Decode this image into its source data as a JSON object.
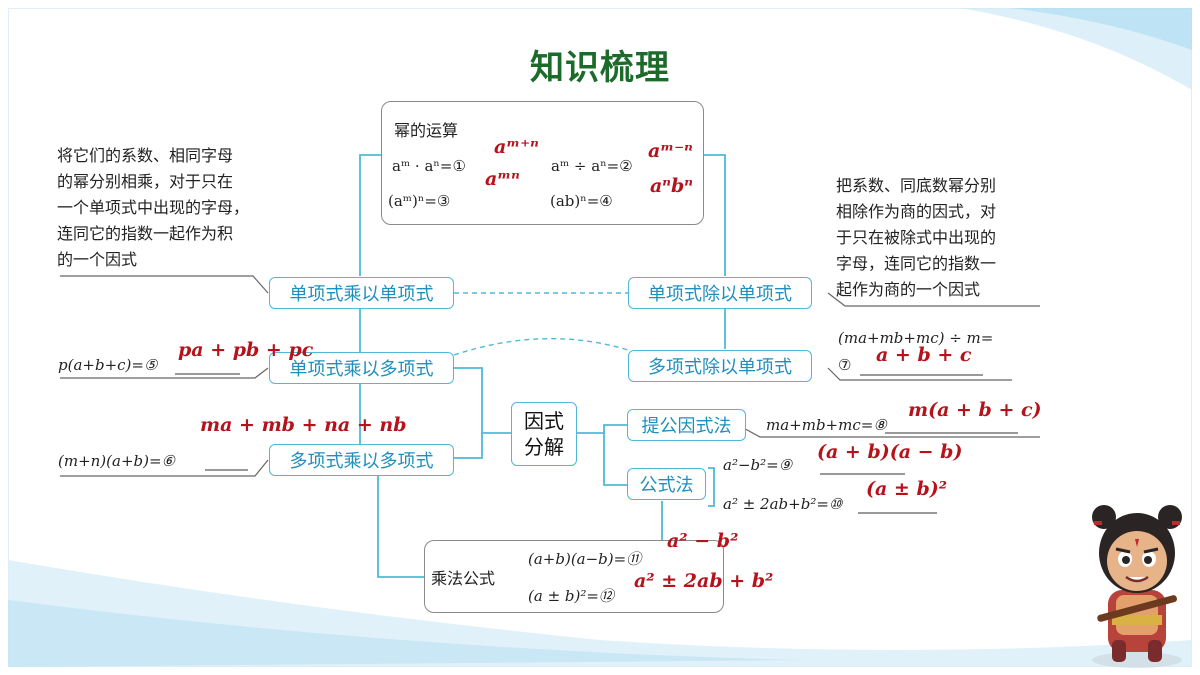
{
  "title": "知识梳理",
  "power_box": {
    "title": "幂的运算",
    "f1": "aᵐ · aⁿ=①",
    "f2": "aᵐ ÷ aⁿ=②",
    "f3": "(aᵐ)ⁿ=③",
    "f4": "(ab)ⁿ=④",
    "a1": "aᵐ⁺ⁿ",
    "a2": "aᵐ⁻ⁿ",
    "a3": "aᵐⁿ",
    "a4": "aⁿbⁿ"
  },
  "left_desc": "将它们的系数、相同字母\n的幂分别相乘，对于只在\n一个单项式中出现的字母，\n连同它的指数一起作为积\n的一个因式",
  "right_desc": "把系数、同底数幂分别\n相除作为商的因式，对\n于只在被除式中出现的\n字母，连同它的指数一\n起作为商的一个因式",
  "nodes": {
    "mono_mul_mono": "单项式乘以单项式",
    "mono_div_mono": "单项式除以单项式",
    "mono_mul_poly": "单项式乘以多项式",
    "poly_div_mono": "多项式除以单项式",
    "poly_mul_poly": "多项式乘以多项式",
    "factor_1": "因式",
    "factor_2": "分解",
    "common_factor": "提公因式法",
    "formula_method": "公式法"
  },
  "formulas": {
    "f5": "p(a+b+c)=⑤",
    "f6": "(m+n)(a+b)=⑥",
    "f7a": "(ma+mb+mc) ÷ m=",
    "f7b": "⑦",
    "f8": "ma+mb+mc=⑧",
    "f9": "a²−b²=⑨",
    "f10": "a² ± 2ab+b²=⑩",
    "mult_title": "乘法公式",
    "f11": "(a+b)(a−b)=⑪",
    "f12": "(a ± b)²=⑫"
  },
  "answers": {
    "a5": "pa + pb + pc",
    "a6": "ma + mb + na + nb",
    "a7": "a + b + c",
    "a8": "m(a + b + c)",
    "a9": "(a + b)(a − b)",
    "a10": "(a ± b)²",
    "a11": "a² − b²",
    "a12": "a² ± 2ab + b²"
  },
  "colors": {
    "title": "#1c6b2a",
    "node_text": "#1f8fbd",
    "node_border": "#4fb9d8",
    "answer": "#b5121b",
    "line": "#4fb9d8"
  },
  "icons": [
    "cartoon-character-image"
  ]
}
